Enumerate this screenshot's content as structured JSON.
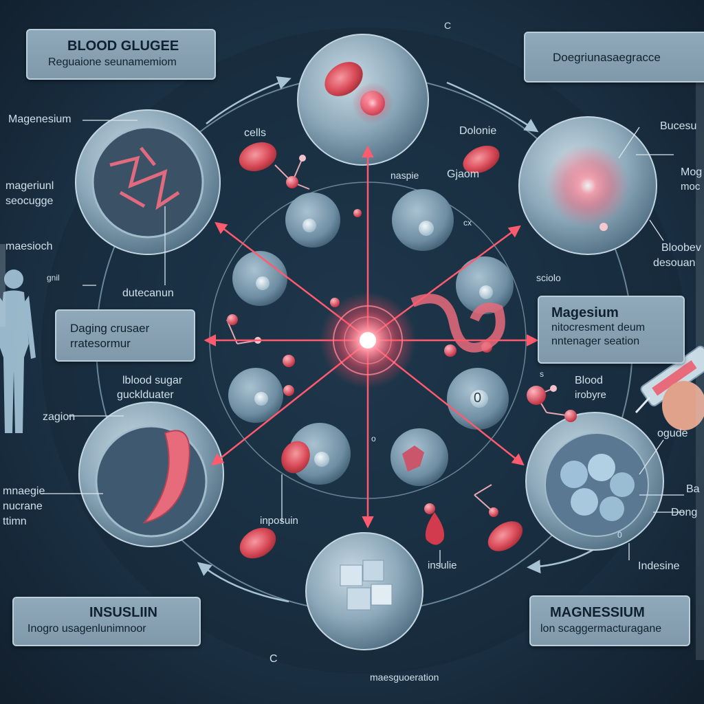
{
  "boxes": {
    "top_left": {
      "title": "BLOOD GLUGEE",
      "subtitle": "Reguaione seunamemiom"
    },
    "top_right": {
      "text": "Doegriunasaegracce"
    },
    "mid_left": {
      "line1": "Daging crusaer",
      "line2": "rratesormur"
    },
    "mid_right": {
      "title": "Magesium",
      "line2": "nitocresment deum",
      "line3": "nntenager seation"
    },
    "bottom_left": {
      "title": "INSUSLIIN",
      "subtitle": "Inogro usagenlunimnoor"
    },
    "bottom_right": {
      "title": "MAGNESSIUM",
      "subtitle": "lon scaggermacturagane"
    }
  },
  "labels": {
    "magenesium": "Magenesium",
    "mageriunl": "mageriunl",
    "seocugge": "seocugge",
    "maesioch": "maesioch",
    "gnil": "gnil",
    "dutecanun": "dutecanun",
    "blood_sugar": "lblood sugar",
    "gucluluater": "gucklduater",
    "zagion": "zagion",
    "mnaegie": "mnaegie",
    "nucrane": "nucrane",
    "ttimn": "ttimn",
    "cells": "cells",
    "dolonie": "Dolonie",
    "naspie": "naspie",
    "gjaom": "Gjaom",
    "oc": "cx",
    "bucesu": "Bucesu",
    "mog": "Mog",
    "moc": "moc",
    "bloobev": "Bloobev",
    "desouant": "desouan",
    "sciolo": "sciolo",
    "blood_r": "Blood",
    "irobyre": "irobyre",
    "s_mark": "s",
    "ogude": "ogude",
    "ba": "Ba",
    "dong": "Dong",
    "zero": "0",
    "indesine": "Indesine",
    "inposuin": "inposuin",
    "insulie": "insulie",
    "c_mark": "C",
    "top_c": "C",
    "bottom": "maesguoeration",
    "o_mark": "o",
    "zero_cell": "0"
  },
  "colors": {
    "background": "#1f3344",
    "accent_red": "#ff5a6e",
    "cell_blue": "#9fb8c8",
    "box_fill": "#8aa5b8"
  }
}
